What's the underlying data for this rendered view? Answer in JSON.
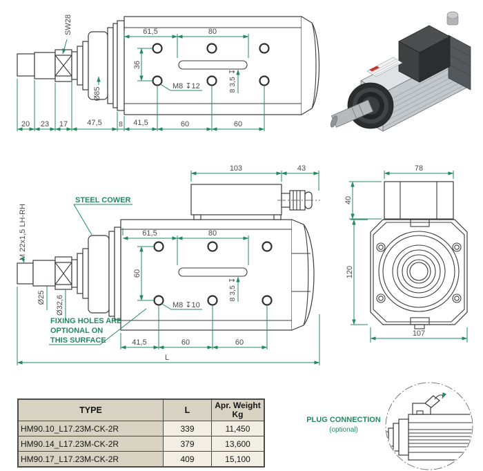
{
  "colors": {
    "annotation_green": "#218a5e",
    "drawing_line": "#3a3a3a",
    "dim_text": "#4a4a4a",
    "table_header_bg": "#d8d2c2",
    "table_cell_bg": "#f2eee3"
  },
  "top_view": {
    "sw28": "SW28",
    "dia85": "Ø85",
    "dim_61_5": "61,5",
    "dim_80": "80",
    "dim_36": "36",
    "m8_label": "M8 ↧12",
    "slot_depth": "8 3,5 ↧",
    "bottom_dims": [
      "20",
      "23",
      "17",
      "47,5",
      "8",
      "41,5",
      "60",
      "60"
    ]
  },
  "middle_view": {
    "dim_103": "103",
    "dim_43": "43",
    "steel_cower": "STEEL COWER",
    "shaft_thread": "M 22x1,5 LH-RH",
    "dim_61_5": "61,5",
    "dim_80": "80",
    "dim_60": "60",
    "slot_depth": "8 3,5 ↧",
    "m8_label": "M8 ↧10",
    "dia25": "Ø25",
    "dia32_6": "Ø32,6",
    "fixing_note": [
      "FIXING HOLES ARE",
      "OPTIONAL  ON",
      "THIS SURFACE"
    ],
    "bottom_dims": [
      "41,5",
      "60",
      "60"
    ],
    "overall": "L"
  },
  "front_view": {
    "dim_78": "78",
    "dim_40": "40",
    "dim_120": "120",
    "dim_107": "107"
  },
  "spec_table": {
    "headers": {
      "type": "TYPE",
      "length": "L",
      "weight_line1": "Apr. Weight",
      "weight_line2": "Kg"
    },
    "rows": [
      {
        "type": "HM90.10_L17.23M-CK-2R",
        "length": "339",
        "weight": "11,450"
      },
      {
        "type": "HM90.14_L17.23M-CK-2R",
        "length": "379",
        "weight": "13,600"
      },
      {
        "type": "HM90.17_L17.23M-CK-2R",
        "length": "409",
        "weight": "15,100"
      }
    ]
  },
  "plug_detail": {
    "title": "PLUG CONNECTION",
    "subtitle": "(optional)"
  }
}
